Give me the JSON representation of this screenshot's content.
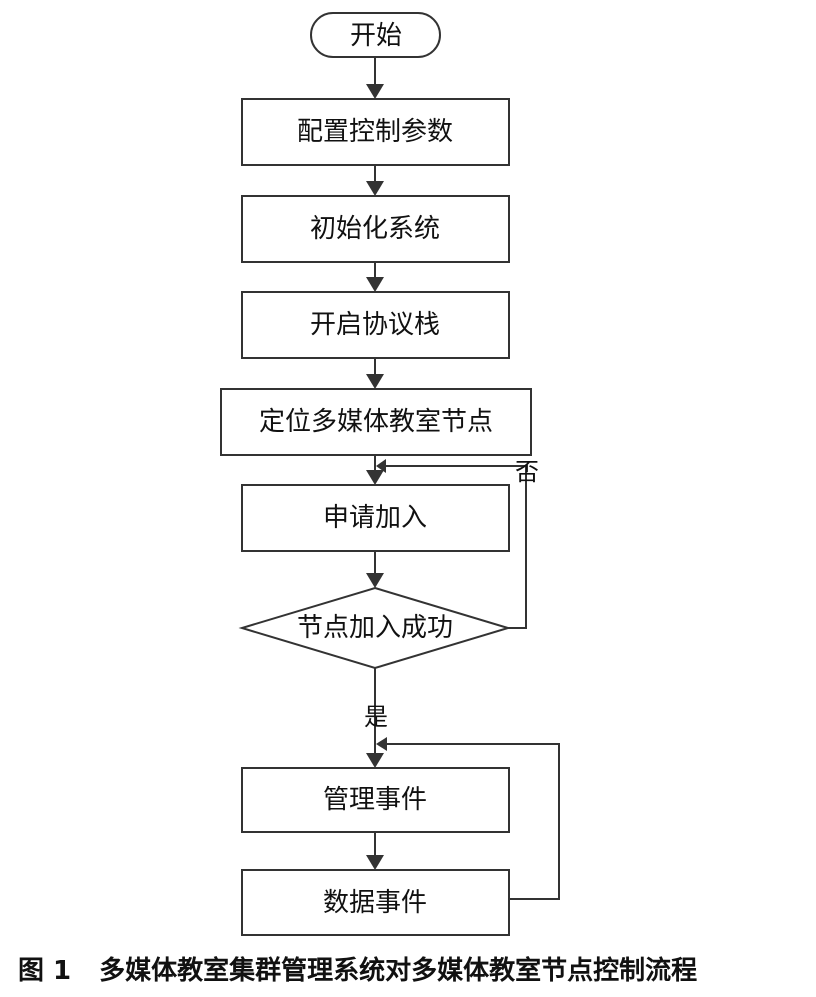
{
  "diagram": {
    "nodes": {
      "start": "开始",
      "config": "配置控制参数",
      "init": "初始化系统",
      "stack": "开启协议栈",
      "locate": "定位多媒体教室节点",
      "apply": "申请加入",
      "decision": "节点加入成功",
      "manage": "管理事件",
      "data": "数据事件"
    },
    "edge_labels": {
      "no": "否",
      "yes": "是"
    }
  },
  "caption": {
    "figure_number": "图 1",
    "text": "多媒体教室集群管理系统对多媒体教室节点控制流程"
  },
  "colors": {
    "stroke": "#333333",
    "text": "#111111",
    "background": "#ffffff"
  }
}
